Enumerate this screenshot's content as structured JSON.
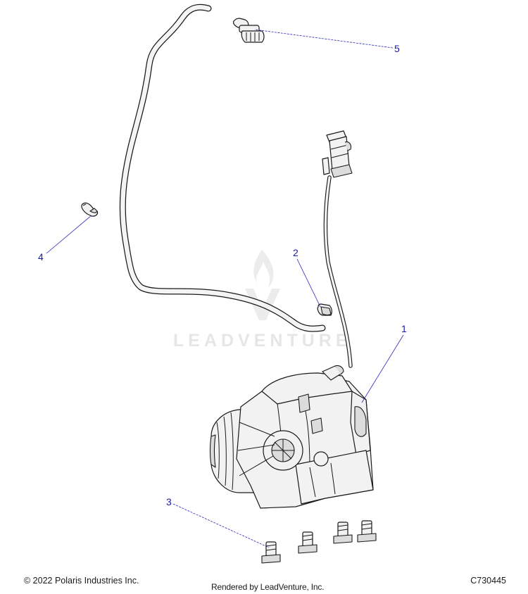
{
  "watermark": {
    "brand": "LEADVENTURE"
  },
  "callouts": [
    {
      "id": "1",
      "label": "1"
    },
    {
      "id": "2",
      "label": "2"
    },
    {
      "id": "3",
      "label": "3"
    },
    {
      "id": "4",
      "label": "4"
    },
    {
      "id": "5",
      "label": "5"
    }
  ],
  "footer": {
    "copyright": "© 2022 Polaris Industries Inc.",
    "rendered_by": "Rendered by LeadVenture, Inc.",
    "diagram_code": "C730445"
  }
}
